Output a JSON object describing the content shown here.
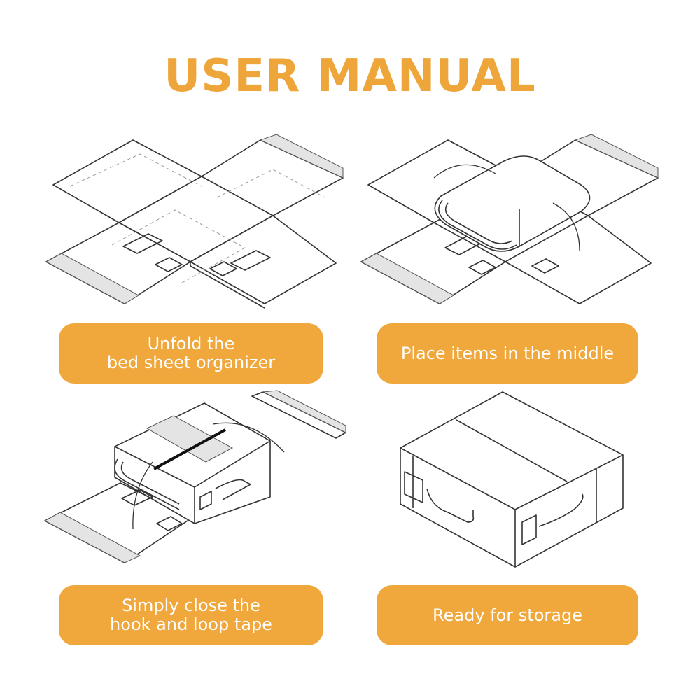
{
  "header": {
    "title": "USER MANUAL"
  },
  "steps": [
    {
      "lines": [
        "Unfold the",
        "bed sheet organizer"
      ]
    },
    {
      "lines": [
        "Place items in the middle"
      ]
    },
    {
      "lines": [
        "Simply close the",
        "hook and loop tape"
      ]
    },
    {
      "lines": [
        "Ready for storage"
      ]
    }
  ],
  "colors": {
    "accent": "#f0a73c",
    "title": "#eea53a",
    "line": "#333333"
  },
  "icons": [
    "unfolded-organizer-illustration",
    "folded-items-illustration",
    "closing-tape-illustration",
    "storage-box-illustration"
  ]
}
